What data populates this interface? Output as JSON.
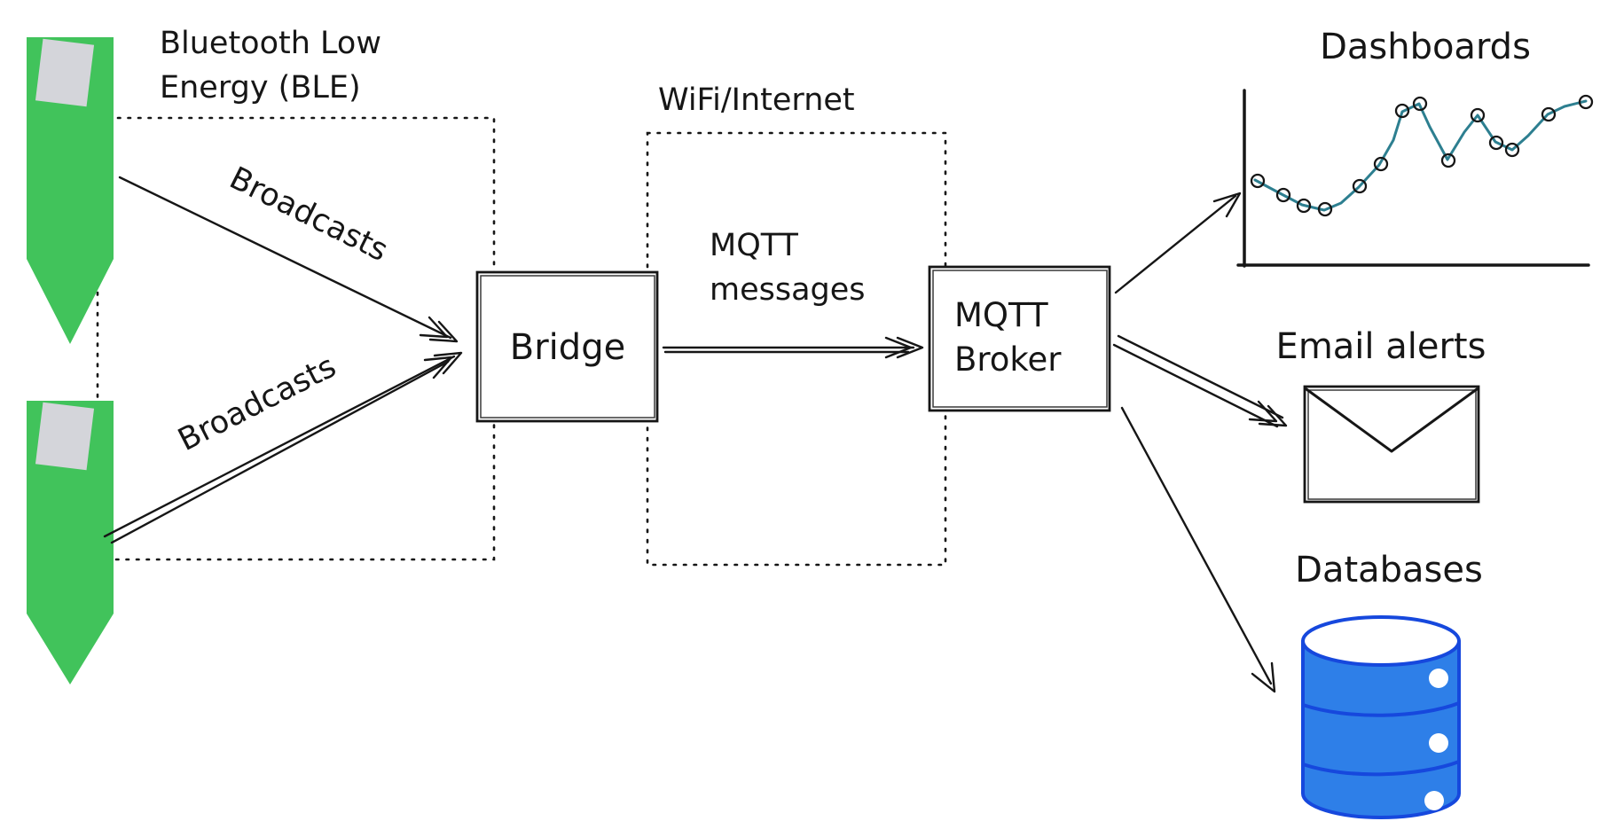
{
  "title": "BLE sensors to MQTT broker architecture sketch",
  "diagram": {
    "ble": {
      "label_line1": "Bluetooth Low",
      "label_line2": "Energy (BLE)",
      "broadcast_top": "Broadcasts",
      "broadcast_bottom": "Broadcasts"
    },
    "wifi": {
      "label": "WiFi/Internet",
      "message_line1": "MQTT",
      "message_line2": "messages"
    },
    "bridge": {
      "label": "Bridge"
    },
    "broker": {
      "label_line1": "MQTT",
      "label_line2": "Broker"
    },
    "outputs": {
      "dashboards": "Dashboards",
      "email": "Email alerts",
      "databases": "Databases"
    },
    "icons": {
      "sensor_tag": "green-ble-sensor-tag-icon",
      "dashboards": "line-chart-icon",
      "email": "envelope-icon",
      "databases": "database-cylinder-icon"
    },
    "colors": {
      "ink": "#161616",
      "tag_green": "#41c35b",
      "tag_screen_gray": "#d4d5da",
      "chart_line_teal": "#2d7f90",
      "database_blue": "#2e7fe8",
      "database_outline": "#1648dd"
    }
  }
}
